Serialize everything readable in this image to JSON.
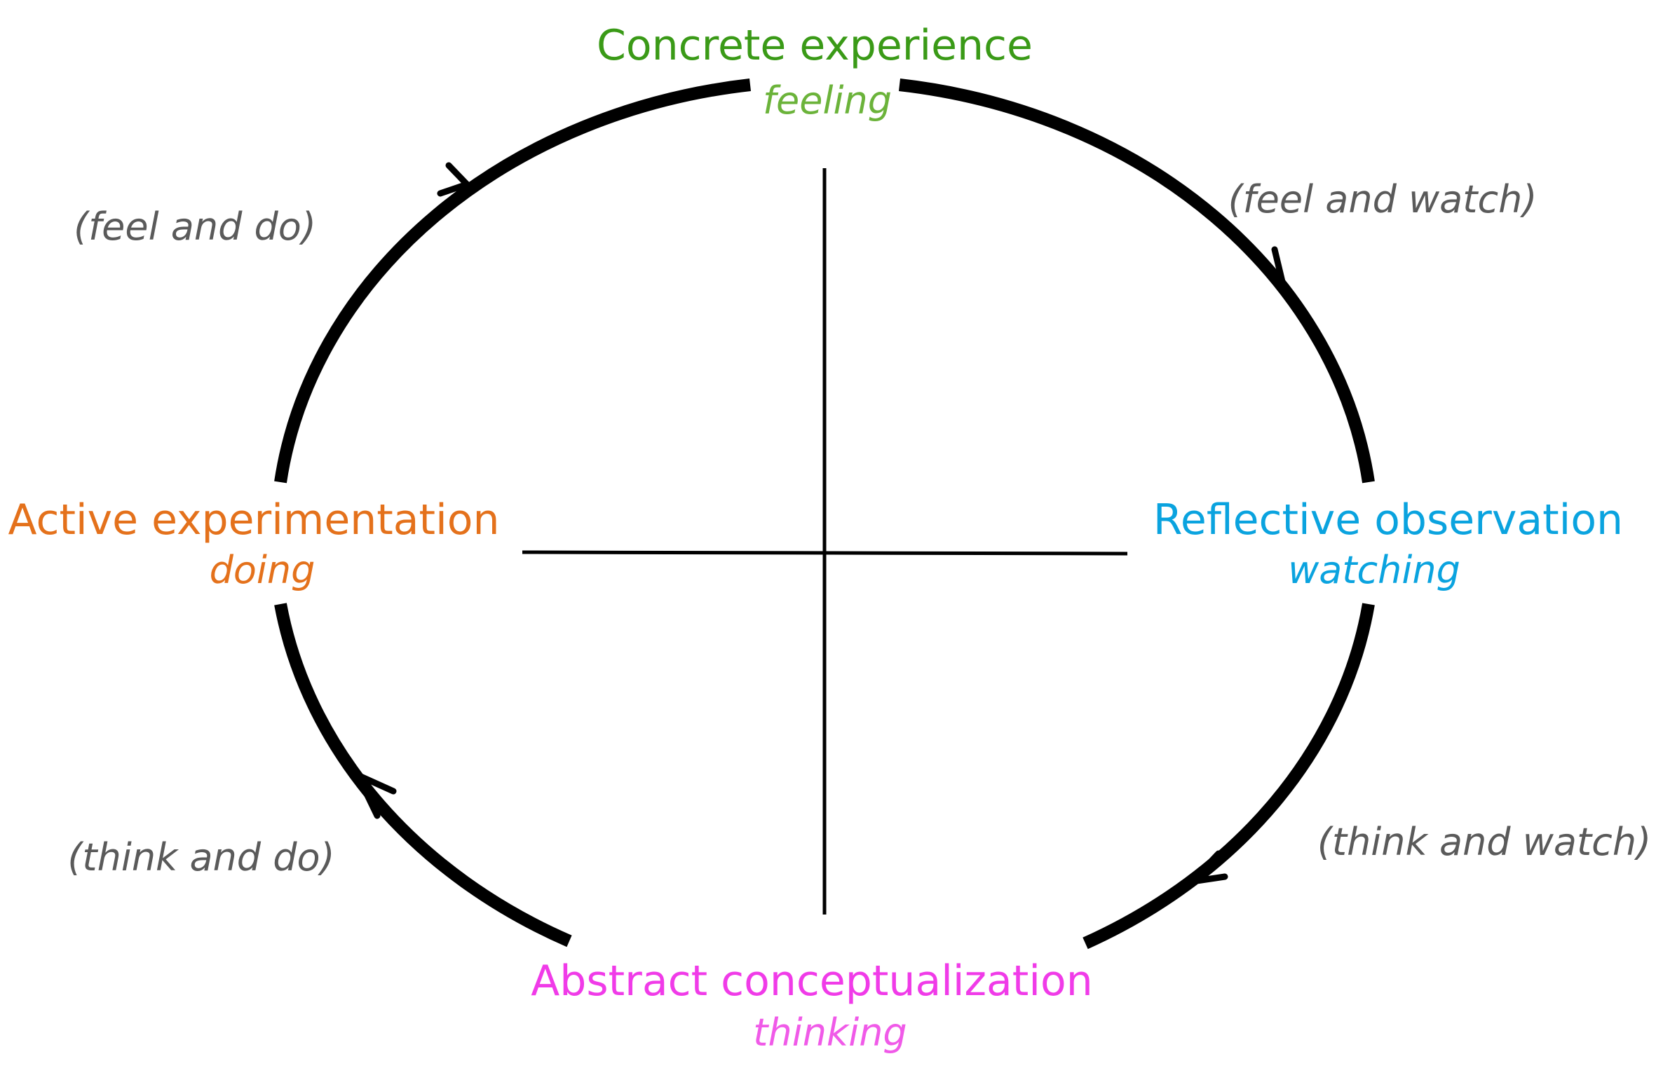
{
  "stages": {
    "concrete": {
      "title": "Concrete experience",
      "sub": "feeling",
      "title_color": "#3a9a17",
      "sub_color": "#6bb33a"
    },
    "reflective": {
      "title": "Reflective observation",
      "sub": "watching",
      "title_color": "#0aa3df",
      "sub_color": "#0aa3df"
    },
    "abstract": {
      "title": "Abstract conceptualization",
      "sub": "thinking",
      "title_color": "#f03be8",
      "sub_color": "#f05ae8"
    },
    "active": {
      "title": "Active experimentation",
      "sub": "doing",
      "title_color": "#e4711b",
      "sub_color": "#e4711b"
    }
  },
  "quadrants": {
    "feel_do": "(feel and do)",
    "feel_watch": "(feel and watch)",
    "think_do": "(think and do)",
    "think_watch": "(think and watch)"
  },
  "colors": {
    "cycle_stroke": "#000000",
    "quad_text": "#5a5a5a"
  }
}
